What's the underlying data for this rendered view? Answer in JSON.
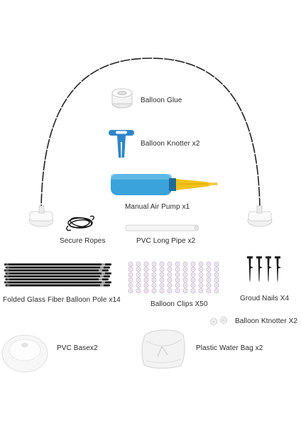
{
  "labels": {
    "balloon_glue": "Balloon Glue",
    "balloon_knotter": "Balloon Knotter x2",
    "air_pump": "Manual Air Pump x1",
    "secure_ropes": "Secure Ropes",
    "pvc_long_pipe": "PVC Long Pipe x2",
    "fiber_pole": "Folded Glass Fiber Balloon Pole x14",
    "balloon_clips": "Balloon Clips X50",
    "ground_nails": "Groud Nails X4",
    "balloon_ktnotter": "Balloon Ktnotter X2",
    "pvc_base": "PVC Basex2",
    "water_bag": "Plastic Water Bag x2"
  },
  "colors": {
    "pump_blue": "#3aa3dc",
    "pump_yellow": "#f2c21b",
    "knotter_blue": "#2f86c8",
    "pole_black": "#1a1a1a"
  },
  "icons": [
    "arch-frame-icon",
    "glue-roll-icon",
    "knotter-tool-icon",
    "air-pump-icon",
    "rope-coil-icon",
    "pvc-pipe-icon",
    "fiber-pole-bundle-icon",
    "clip-grid-icon",
    "ground-nail-icon",
    "mini-knotter-icon",
    "pvc-base-icon",
    "water-bag-icon"
  ]
}
